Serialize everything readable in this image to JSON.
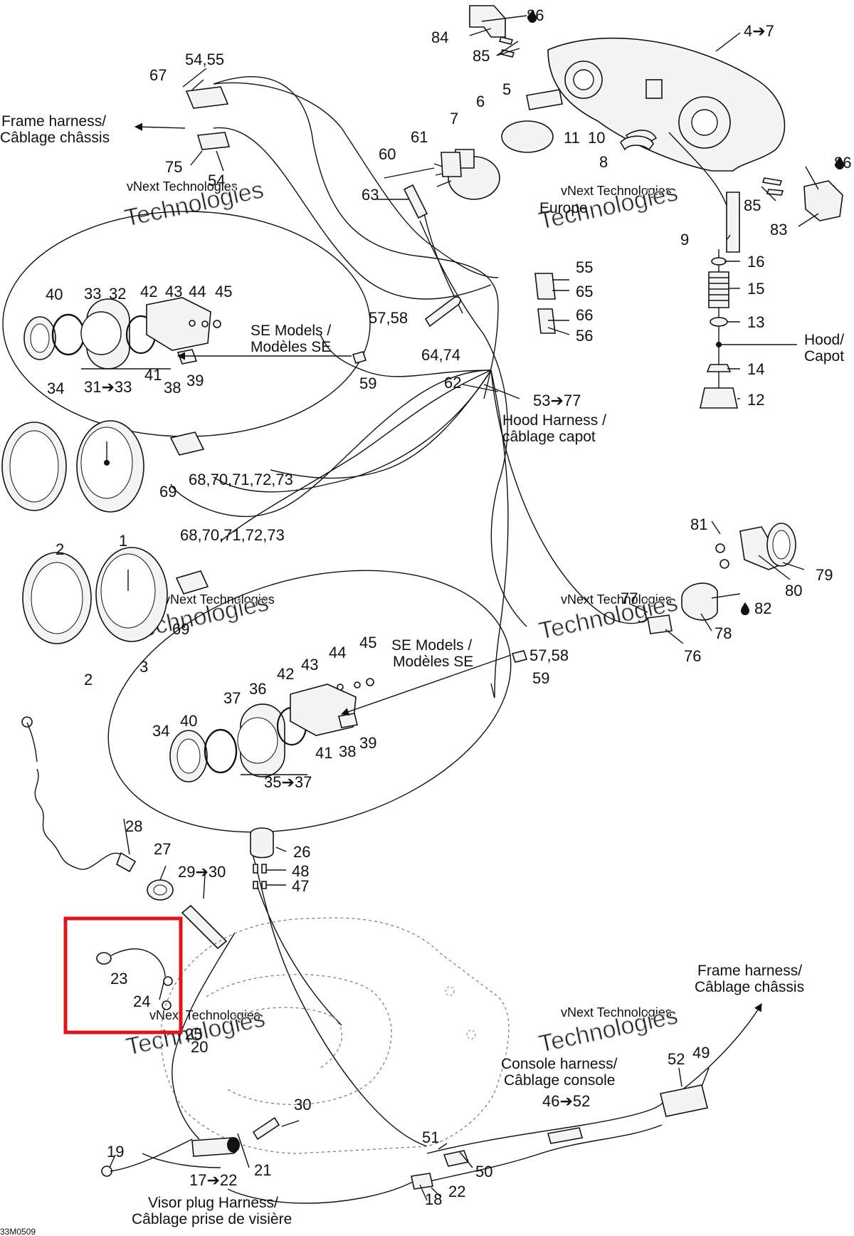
{
  "figure_ref": "33M0509",
  "highlight_color": "#e0141b",
  "captions": {
    "frame_harness_top": [
      "Frame harness/",
      "Câblage châssis"
    ],
    "frame_harness_bottom": [
      "Frame harness/",
      "Câblage châssis"
    ],
    "se_models_top": [
      "SE Models /",
      "Modèles SE"
    ],
    "se_models_bottom": [
      "SE Models /",
      "Modèles SE"
    ],
    "hood_harness": [
      "Hood Harness /",
      "câblage capot"
    ],
    "hood_capot": [
      "Hood/",
      "Capot"
    ],
    "console_harness": [
      "Console harness/",
      "Câblage console"
    ],
    "visor_plug": [
      "Visor plug Harness/",
      "Câblage prise de visière"
    ],
    "europe": "Europe"
  },
  "watermark": {
    "line1": "vNext Technologies",
    "line2": "Technologies",
    "line3": "vNext"
  },
  "callouts": [
    {
      "id": "c-86a",
      "label": "86",
      "drop": true
    },
    {
      "id": "c-84",
      "label": "84"
    },
    {
      "id": "c-85a",
      "label": "85"
    },
    {
      "id": "c-4-7",
      "label": "4➔7"
    },
    {
      "id": "c-5",
      "label": "5"
    },
    {
      "id": "c-6",
      "label": "6"
    },
    {
      "id": "c-7",
      "label": "7"
    },
    {
      "id": "c-11",
      "label": "11"
    },
    {
      "id": "c-10",
      "label": "10"
    },
    {
      "id": "c-8",
      "label": "8"
    },
    {
      "id": "c-61",
      "label": "61"
    },
    {
      "id": "c-60",
      "label": "60"
    },
    {
      "id": "c-63",
      "label": "63"
    },
    {
      "id": "c-86b",
      "label": "86",
      "drop": true
    },
    {
      "id": "c-85b",
      "label": "85"
    },
    {
      "id": "c-83",
      "label": "83"
    },
    {
      "id": "c-9",
      "label": "9"
    },
    {
      "id": "c-16",
      "label": "16"
    },
    {
      "id": "c-15",
      "label": "15"
    },
    {
      "id": "c-13",
      "label": "13"
    },
    {
      "id": "c-14",
      "label": "14"
    },
    {
      "id": "c-12",
      "label": "12"
    },
    {
      "id": "c-67",
      "label": "67"
    },
    {
      "id": "c-54-55",
      "label": "54,55"
    },
    {
      "id": "c-75",
      "label": "75"
    },
    {
      "id": "c-54",
      "label": "54"
    },
    {
      "id": "c-40a",
      "label": "40"
    },
    {
      "id": "c-33a",
      "label": "33"
    },
    {
      "id": "c-32",
      "label": "32"
    },
    {
      "id": "c-42a",
      "label": "42"
    },
    {
      "id": "c-43a",
      "label": "43"
    },
    {
      "id": "c-44a",
      "label": "44"
    },
    {
      "id": "c-45a",
      "label": "45"
    },
    {
      "id": "c-34a",
      "label": "34"
    },
    {
      "id": "c-31-33",
      "label": "31➔33"
    },
    {
      "id": "c-41a",
      "label": "41"
    },
    {
      "id": "c-38a",
      "label": "38"
    },
    {
      "id": "c-39a",
      "label": "39"
    },
    {
      "id": "c-57-58a",
      "label": "57,58"
    },
    {
      "id": "c-59a",
      "label": "59"
    },
    {
      "id": "c-64-74",
      "label": "64,74"
    },
    {
      "id": "c-55",
      "label": "55"
    },
    {
      "id": "c-65",
      "label": "65"
    },
    {
      "id": "c-66",
      "label": "66"
    },
    {
      "id": "c-56",
      "label": "56"
    },
    {
      "id": "c-62",
      "label": "62"
    },
    {
      "id": "c-53-77",
      "label": "53➔77"
    },
    {
      "id": "c-69a",
      "label": "69"
    },
    {
      "id": "c-68-73a",
      "label": "68,70,71,72,73"
    },
    {
      "id": "c-2a",
      "label": "2"
    },
    {
      "id": "c-1",
      "label": "1"
    },
    {
      "id": "c-68-73b",
      "label": "68,70,71,72,73"
    },
    {
      "id": "c-69b",
      "label": "69"
    },
    {
      "id": "c-2b",
      "label": "2"
    },
    {
      "id": "c-3",
      "label": "3"
    },
    {
      "id": "c-81",
      "label": "81"
    },
    {
      "id": "c-79",
      "label": "79"
    },
    {
      "id": "c-80",
      "label": "80"
    },
    {
      "id": "c-77",
      "label": "77"
    },
    {
      "id": "c-82",
      "label": "82",
      "drop": true
    },
    {
      "id": "c-78",
      "label": "78"
    },
    {
      "id": "c-76",
      "label": "76"
    },
    {
      "id": "c-45b",
      "label": "45"
    },
    {
      "id": "c-44b",
      "label": "44"
    },
    {
      "id": "c-43b",
      "label": "43"
    },
    {
      "id": "c-42b",
      "label": "42"
    },
    {
      "id": "c-36",
      "label": "36"
    },
    {
      "id": "c-37",
      "label": "37"
    },
    {
      "id": "c-40b",
      "label": "40"
    },
    {
      "id": "c-34b",
      "label": "34"
    },
    {
      "id": "c-41b",
      "label": "41"
    },
    {
      "id": "c-38b",
      "label": "38"
    },
    {
      "id": "c-39b",
      "label": "39"
    },
    {
      "id": "c-35-37",
      "label": "35➔37"
    },
    {
      "id": "c-57-58b",
      "label": "57,58"
    },
    {
      "id": "c-59b",
      "label": "59"
    },
    {
      "id": "c-28",
      "label": "28"
    },
    {
      "id": "c-27",
      "label": "27"
    },
    {
      "id": "c-29-30",
      "label": "29➔30"
    },
    {
      "id": "c-26",
      "label": "26"
    },
    {
      "id": "c-48",
      "label": "48"
    },
    {
      "id": "c-47",
      "label": "47"
    },
    {
      "id": "c-23",
      "label": "23"
    },
    {
      "id": "c-24",
      "label": "24"
    },
    {
      "id": "c-25",
      "label": "25"
    },
    {
      "id": "c-20",
      "label": "20"
    },
    {
      "id": "c-30",
      "label": "30"
    },
    {
      "id": "c-19",
      "label": "19"
    },
    {
      "id": "c-17-22",
      "label": "17➔22"
    },
    {
      "id": "c-21",
      "label": "21"
    },
    {
      "id": "c-51",
      "label": "51"
    },
    {
      "id": "c-50",
      "label": "50"
    },
    {
      "id": "c-18",
      "label": "18"
    },
    {
      "id": "c-22",
      "label": "22"
    },
    {
      "id": "c-46-52",
      "label": "46➔52"
    },
    {
      "id": "c-52",
      "label": "52"
    },
    {
      "id": "c-49",
      "label": "49"
    }
  ]
}
